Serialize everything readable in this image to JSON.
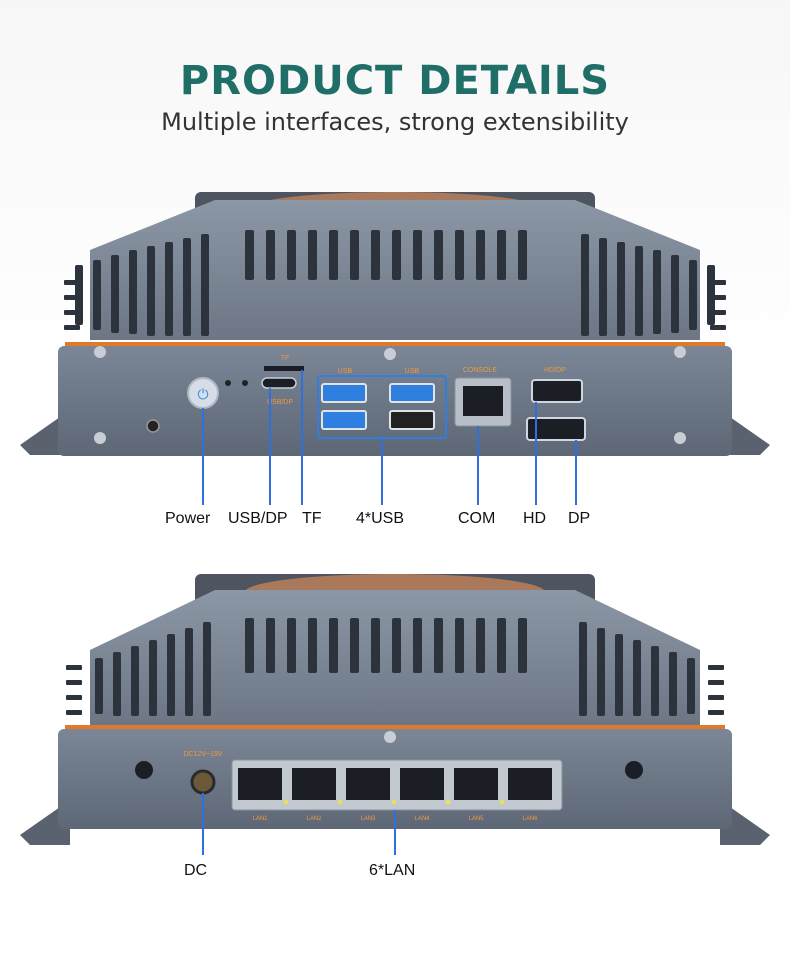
{
  "header": {
    "title": "PRODUCT DETAILS",
    "subtitle": "Multiple interfaces, strong extensibility"
  },
  "colors": {
    "title": "#1f6f68",
    "chassis": "#7f8a99",
    "chassis_dark": "#3b4350",
    "accent_stripe": "#e07a2a",
    "callout_line": "#2f6fe0",
    "usb_blue": "#2f7fe0"
  },
  "front_panel": {
    "silk": {
      "tf": "TF",
      "usb_dp": "USB/DP",
      "usb_a": "USB",
      "usb_b": "USB",
      "console": "CONSOLE",
      "hd_dp": "HD/DP"
    },
    "labels": {
      "power": "Power",
      "usb_dp": "USB/DP",
      "tf": "TF",
      "usb": "4*USB",
      "com": "COM",
      "hd": "HD",
      "dp": "DP"
    }
  },
  "rear_panel": {
    "silk": {
      "dc": "DC12V~19V",
      "lan": [
        "LAN1",
        "LAN2",
        "LAN3",
        "LAN4",
        "LAN5",
        "LAN6"
      ]
    },
    "labels": {
      "dc": "DC",
      "lan": "6*LAN"
    }
  }
}
